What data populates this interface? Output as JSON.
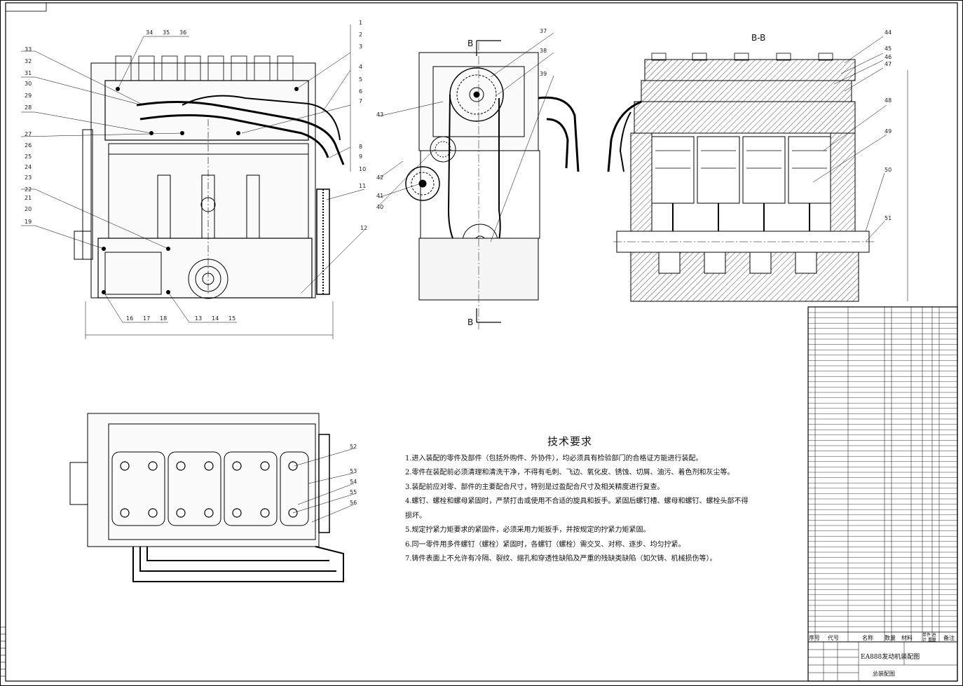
{
  "drawing": {
    "section_label": "B-B",
    "section_marks": [
      "B",
      "B"
    ],
    "callouts": [
      "1",
      "2",
      "3",
      "4",
      "5",
      "6",
      "7",
      "8",
      "9",
      "10",
      "11",
      "12",
      "13",
      "14",
      "15",
      "16",
      "17",
      "18",
      "19",
      "20",
      "21",
      "22",
      "23",
      "24",
      "25",
      "26",
      "27",
      "28",
      "29",
      "30",
      "31",
      "32",
      "33",
      "34",
      "35",
      "36",
      "37",
      "38",
      "39",
      "40",
      "41",
      "42",
      "43",
      "44",
      "45",
      "46",
      "47",
      "48",
      "49",
      "50",
      "51",
      "52",
      "53",
      "54",
      "55",
      "56"
    ]
  },
  "tech_requirements": {
    "title": "技术要求",
    "items": [
      "1.进入装配的零件及部件（包括外购件、外协件），均必须具有检验部门的合格证方能进行装配。",
      "2.零件在装配前必须清理和清洗干净，不得有毛刺、飞边、氧化皮、锈蚀、切屑、油污、着色剂和灰尘等。",
      "3.装配前应对零、部件的主要配合尺寸，特别是过盈配合尺寸及相关精度进行复查。",
      "4.螺钉、螺栓和螺母紧固时，严禁打击或使用不合适的旋具和扳手。紧固后螺钉槽、螺母和螺钉、螺栓头部不得",
      "损坏。",
      "5.规定拧紧力矩要求的紧固件，必须采用力矩扳手，并按规定的拧紧力矩紧固。",
      "6.同一零件用多件螺钉（螺栓）紧固时，各螺钉（螺栓）需交叉、对称、逐步、均匀拧紧。",
      "7.铸件表面上不允许有冷隔、裂纹、缩孔和穿透性缺陷及严重的残缺类缺陷（如欠铸、机械损伤等）。"
    ]
  },
  "bom_header": {
    "seq": "序号",
    "code": "代号",
    "name": "名称",
    "qty": "数量",
    "material": "材料",
    "weight": "单件 总计 重量",
    "remark": "备注"
  },
  "title_block": {
    "drawing_name": "EA888发动机装配图",
    "subtitle": "总装配图"
  }
}
